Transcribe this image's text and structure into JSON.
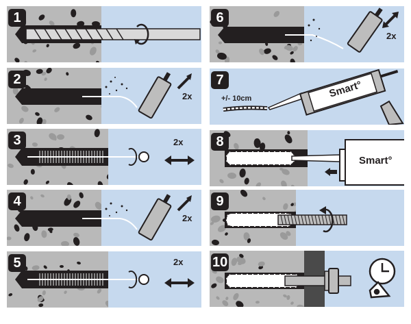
{
  "steps": [
    {
      "number": "1"
    },
    {
      "number": "2",
      "repeat": "2x"
    },
    {
      "number": "3",
      "repeat": "2x"
    },
    {
      "number": "4",
      "repeat": "2x"
    },
    {
      "number": "5",
      "repeat": "2x"
    },
    {
      "number": "6",
      "repeat": "2x"
    },
    {
      "number": "7",
      "measure": "+/- 10cm",
      "brand": "Smart°"
    },
    {
      "number": "8",
      "brand": "Smart°"
    },
    {
      "number": "9"
    },
    {
      "number": "10"
    }
  ],
  "colors": {
    "panel": "#c6d9ee",
    "concrete": "#b9b9b9",
    "badge": "#231f20"
  }
}
